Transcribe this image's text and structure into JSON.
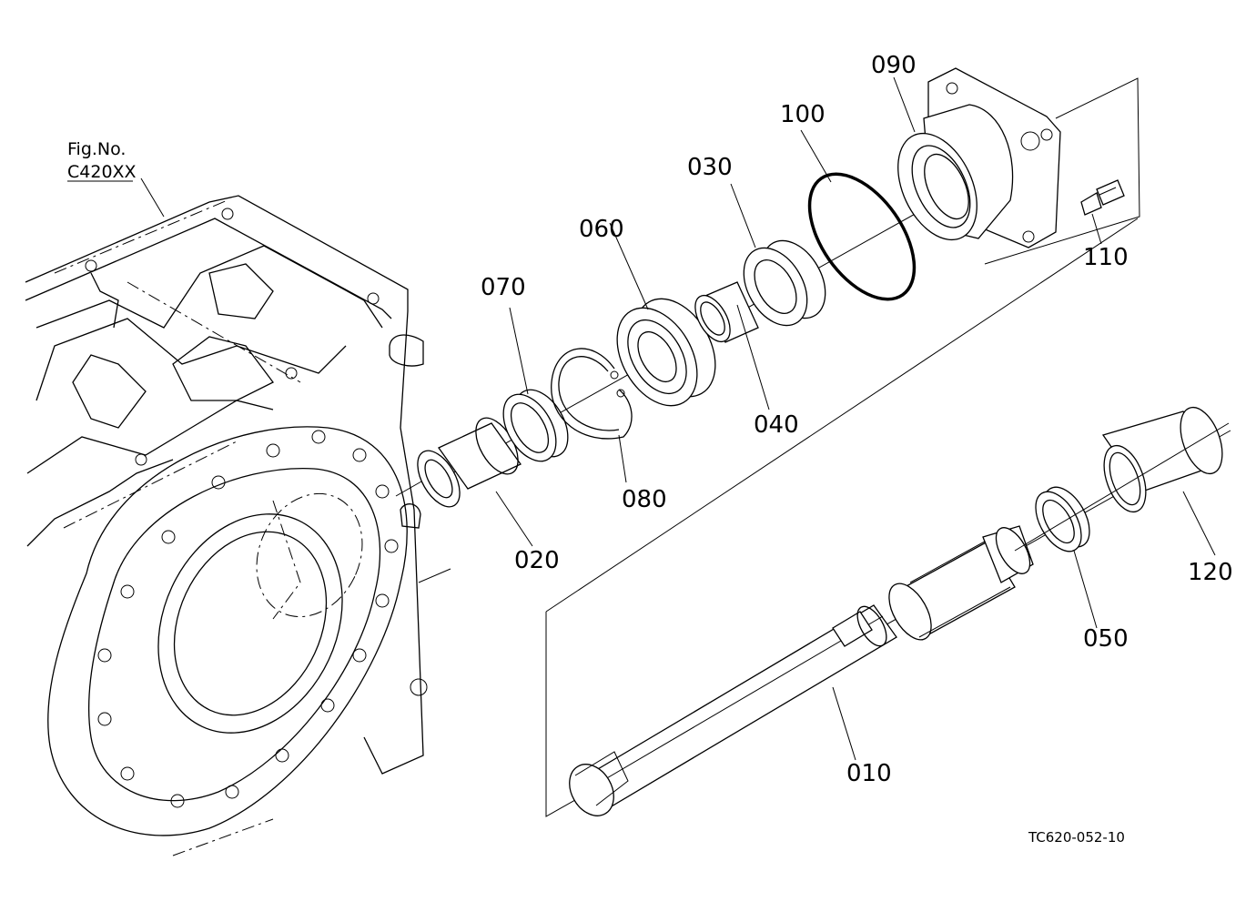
{
  "figure_ref": {
    "line1": "Fig.No.",
    "line2": "C420XX"
  },
  "drawing_code": "TC620-052-10",
  "parts": [
    {
      "no": "010",
      "name": "shaft-part"
    },
    {
      "no": "020",
      "name": "sleeve-020-part"
    },
    {
      "no": "030",
      "name": "bearing-030-part"
    },
    {
      "no": "040",
      "name": "collar-040-part"
    },
    {
      "no": "050",
      "name": "seal-050-part"
    },
    {
      "no": "060",
      "name": "bearing-060-part"
    },
    {
      "no": "070",
      "name": "seal-070-part"
    },
    {
      "no": "080",
      "name": "snap-ring-080-part"
    },
    {
      "no": "090",
      "name": "housing-090-part"
    },
    {
      "no": "100",
      "name": "o-ring-100-part"
    },
    {
      "no": "110",
      "name": "fitting-110-part"
    },
    {
      "no": "120",
      "name": "sleeve-120-part"
    }
  ]
}
